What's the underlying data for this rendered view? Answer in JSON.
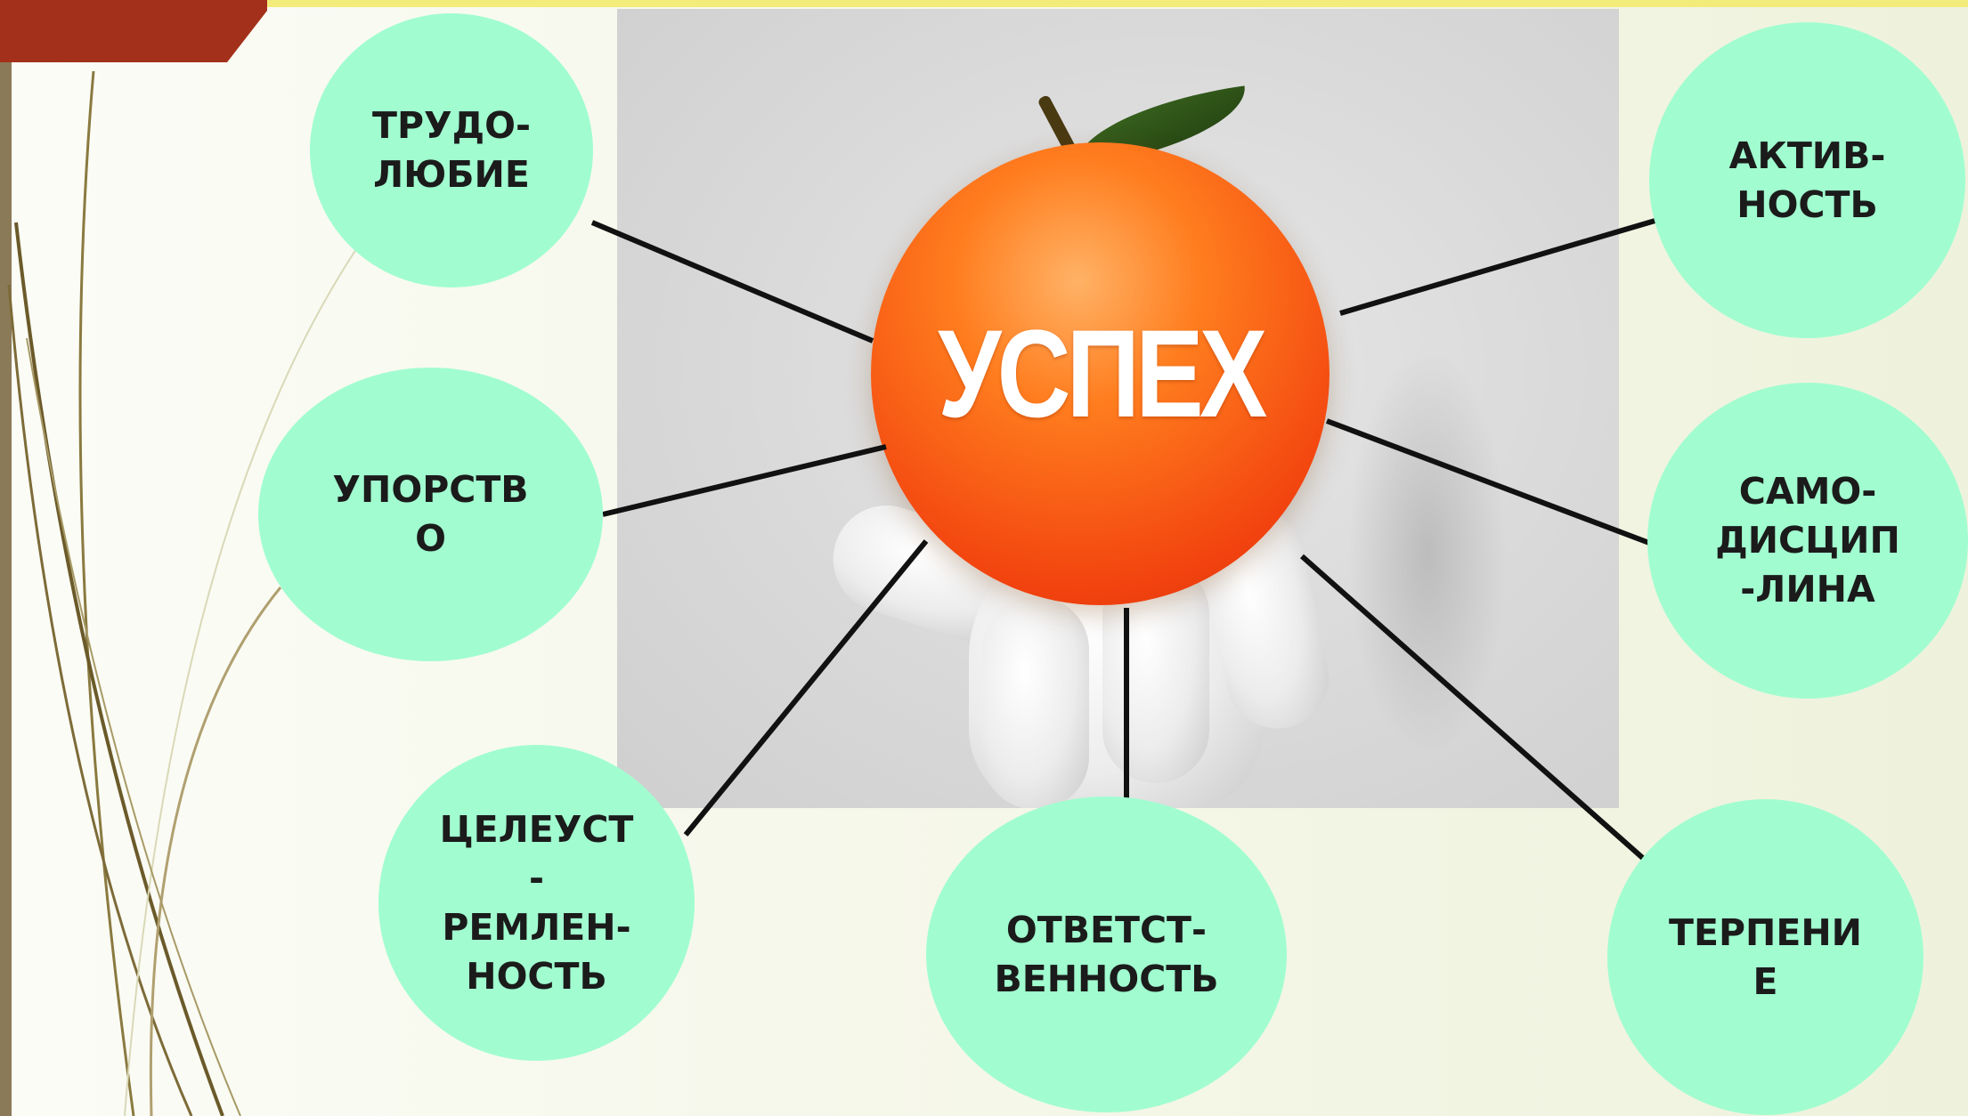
{
  "center": {
    "label": "УСПЕХ"
  },
  "qualities": {
    "trudolubie": "ТРУДО-\nЛЮБИЕ",
    "uporstvo": "УПОРСТВ\nО",
    "tseleustremlennost": "ЦЕЛЕУСТ\n-\nРЕМЛЕН-\nНОСТЬ",
    "otvetstvennost": "ОТВЕТСТ-\nВЕННОСТЬ",
    "aktivnost": "АКТИВ-\nНОСТЬ",
    "samodistsiplina": "САМО-\nДИСЦИП\n-ЛИНА",
    "terpenie": "ТЕРПЕНИ\nЕ"
  },
  "colors": {
    "bubble": "#a1fdd0",
    "orange": "#f2430f",
    "connector": "#111111",
    "corner_tab": "#a3301a",
    "top_strip": "#f3eb7a"
  }
}
